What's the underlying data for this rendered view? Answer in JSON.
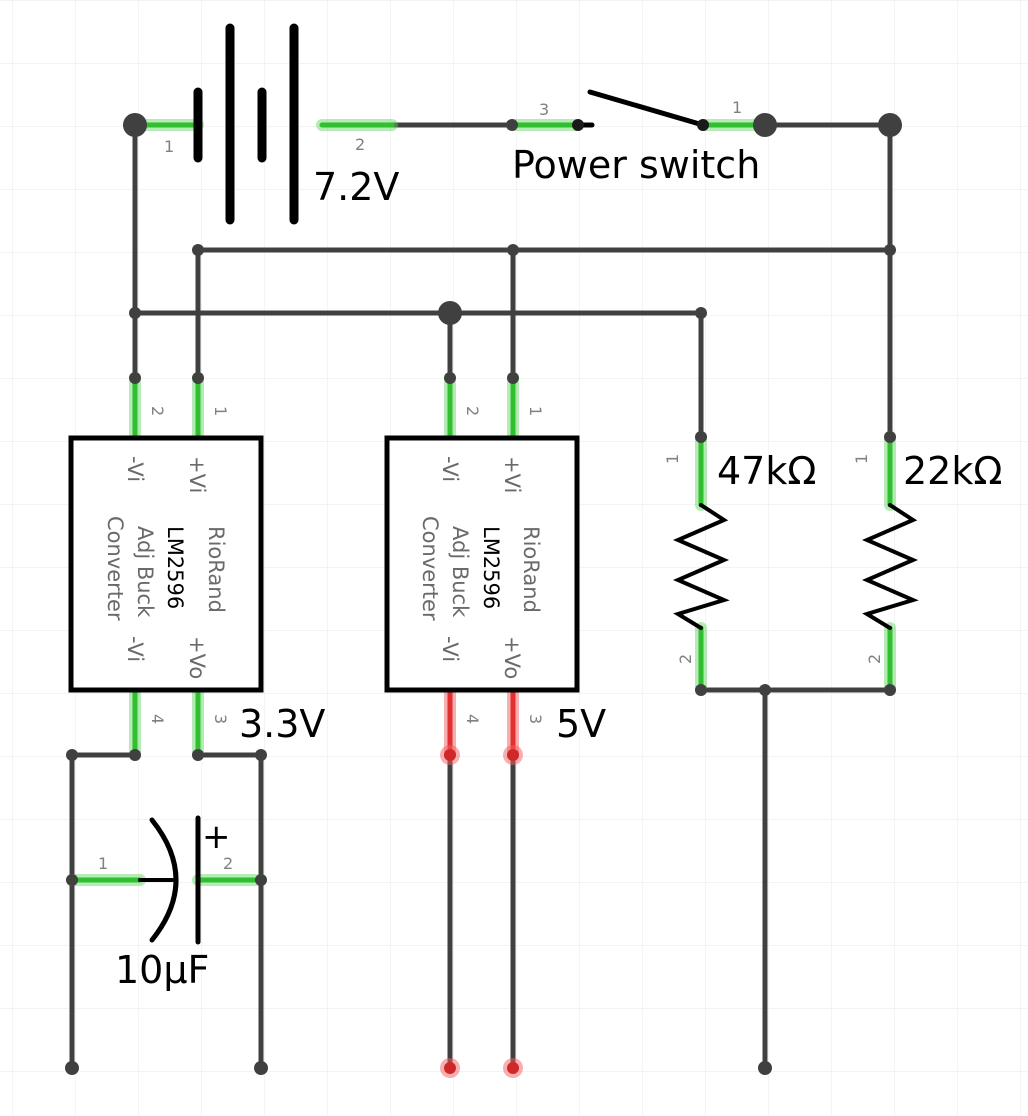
{
  "battery": {
    "label": "7.2V",
    "pin_neg": "1",
    "pin_pos": "2"
  },
  "switch": {
    "label": "Power switch",
    "pin_a": "3",
    "pin_b": "1"
  },
  "converter_a": {
    "brand": "RioRand",
    "model": "LM2596",
    "desc_1": "Adj Buck",
    "desc_2": "Converter",
    "pin_in_neg": "-Vi",
    "pin_in_pos": "+Vi",
    "pin_out_neg": "-Vi",
    "pin_out_pos": "+Vo",
    "pin_num_2": "2",
    "pin_num_1": "1",
    "pin_num_4": "4",
    "pin_num_3": "3",
    "output_label": "3.3V"
  },
  "converter_b": {
    "brand": "RioRand",
    "model": "LM2596",
    "desc_1": "Adj Buck",
    "desc_2": "Converter",
    "pin_in_neg": "-Vi",
    "pin_in_pos": "+Vi",
    "pin_out_neg": "-Vi",
    "pin_out_pos": "+Vo",
    "pin_num_2": "2",
    "pin_num_1": "1",
    "pin_num_4": "4",
    "pin_num_3": "3",
    "output_label": "5V"
  },
  "resistor_1": {
    "label": "47kΩ",
    "pin_top": "1",
    "pin_bottom": "2"
  },
  "resistor_2": {
    "label": "22kΩ",
    "pin_top": "1",
    "pin_bottom": "2"
  },
  "capacitor": {
    "label": "10µF",
    "polarity": "+",
    "pin_a": "1",
    "pin_b": "2"
  },
  "colors": {
    "wire": "#404040",
    "connected": "#2fbf2f",
    "unconnected": "#e03030",
    "grid": "#ebebeb"
  }
}
